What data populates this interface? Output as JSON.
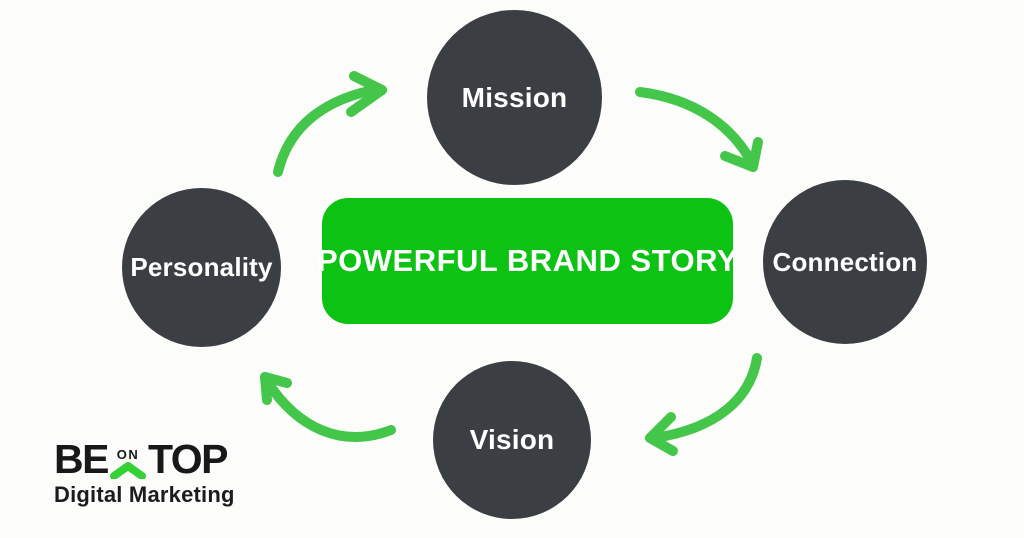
{
  "diagram": {
    "title": "POWERFUL BRAND STORY",
    "nodes": [
      {
        "id": "mission",
        "label": "Mission"
      },
      {
        "id": "connection",
        "label": "Connection"
      },
      {
        "id": "vision",
        "label": "Vision"
      },
      {
        "id": "personality",
        "label": "Personality"
      }
    ],
    "arrows": [
      {
        "from": "personality",
        "to": "mission"
      },
      {
        "from": "mission",
        "to": "connection"
      },
      {
        "from": "connection",
        "to": "vision"
      },
      {
        "from": "vision",
        "to": "personality"
      }
    ],
    "colors": {
      "background": "#FCFCFA",
      "node_fill": "#3B3E43",
      "node_text": "#FFFFFF",
      "center_fill": "#0CC213",
      "center_text": "#FFFFFF",
      "arrow": "#44C64A",
      "logo_chevron": "#35D235",
      "logo_text": "#17181A"
    }
  },
  "logo": {
    "part_be": "BE",
    "part_on": "ON",
    "part_top": "TOP",
    "subtitle": "Digital Marketing"
  }
}
